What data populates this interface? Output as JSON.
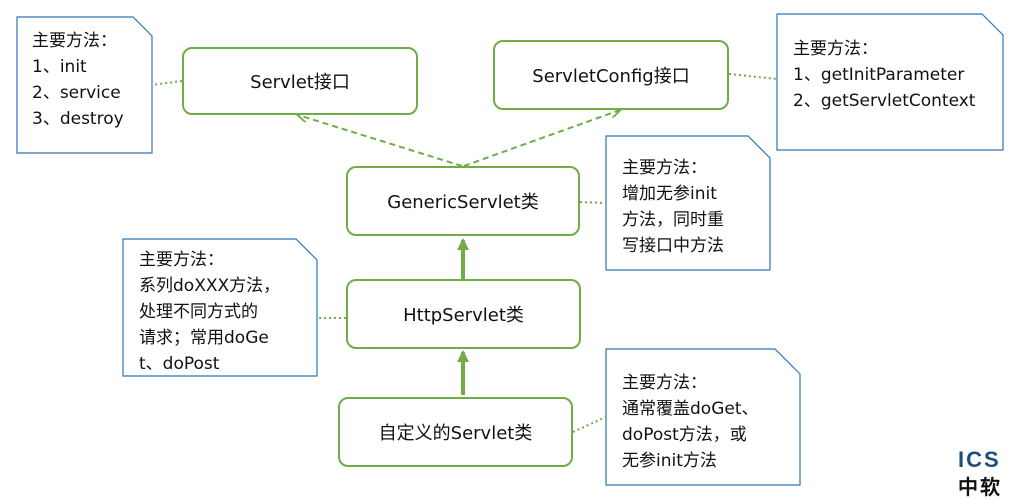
{
  "nodes": {
    "servlet": "Servlet接口",
    "servlet_config": "ServletConfig接口",
    "generic_servlet": "GenericServlet类",
    "http_servlet": "HttpServlet类",
    "custom_servlet": "自定义的Servlet类"
  },
  "notes": {
    "servlet": "主要方法：\n1、init\n2、service\n3、destroy",
    "servlet_config": "主要方法：\n1、getInitParameter\n2、getServletContext",
    "generic_servlet": "主要方法：\n增加无参init\n方法，同时重\n写接口中方法",
    "http_servlet": "主要方法：\n系列doXXX方法，\n处理不同方式的\n请求；常用doGe\nt、doPost",
    "custom_servlet": "主要方法：\n通常覆盖doGet、\ndoPost方法，或\n无参init方法"
  },
  "logo": {
    "mark": "ICS",
    "text": "中软"
  },
  "colors": {
    "node_border": "#70ad47",
    "note_border": "#2e75b6",
    "arrow": "#70ad47"
  }
}
